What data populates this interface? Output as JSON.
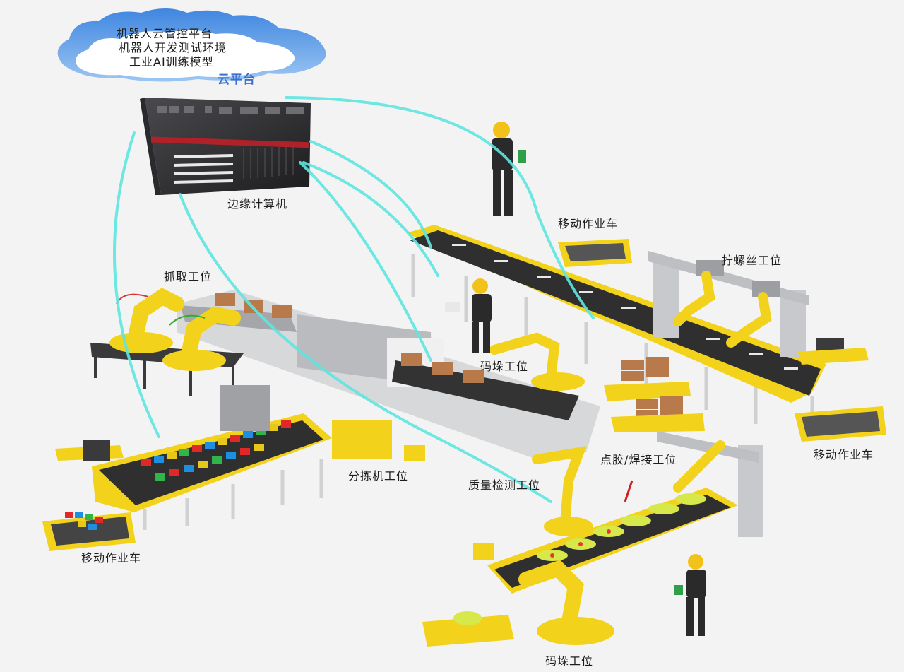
{
  "cloud": {
    "lines": [
      "机器人云管控平台",
      "机器人开发测试环境",
      "工业AI训练模型"
    ],
    "title": "云平台"
  },
  "edge_computer": {
    "label": "边缘计算机"
  },
  "stations": {
    "grab": "抓取工位",
    "mobile_top": "移动作业车",
    "screw": "拧螺丝工位",
    "palletize_mid": "码垛工位",
    "sorter": "分拣机工位",
    "mobile_right": "移动作业车",
    "glue_weld": "点胶/焊接工位",
    "quality": "质量检测工位",
    "mobile_left": "移动作业车",
    "palletize_bottom": "码垛工位"
  },
  "colors": {
    "link": "#5ee6e0",
    "machine_yellow": "#f2d21a",
    "belt": "#2f2f2f",
    "frame": "#d9dadc",
    "cloud": "#4a8fe0",
    "box": "#b87a4b"
  },
  "icons": [
    "cloud-icon",
    "edge-computer-icon",
    "robot-arm-icon",
    "conveyor-icon",
    "worker-icon",
    "cart-icon",
    "box-icon",
    "monitor-icon"
  ]
}
